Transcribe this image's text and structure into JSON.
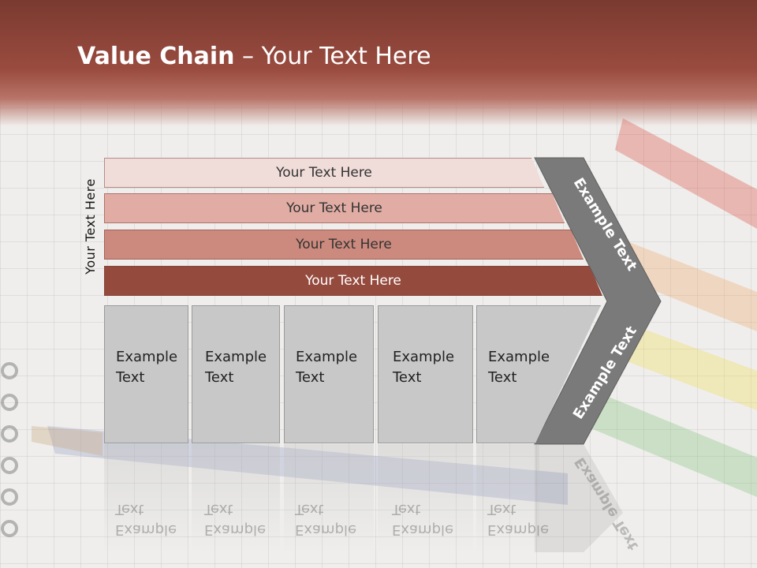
{
  "slide": {
    "title_bold": "Value Chain",
    "title_rest": " – Your Text Here",
    "side_label": "Your Text Here"
  },
  "bars": [
    {
      "label": "Your Text Here",
      "color": "#f0dcd8"
    },
    {
      "label": "Your Text Here",
      "color": "#e0aca4"
    },
    {
      "label": "Your Text Here",
      "color": "#cc8a7e"
    },
    {
      "label": "Your Text Here",
      "color": "#954a3e"
    }
  ],
  "boxes": [
    {
      "line1": "Example",
      "line2": "Text"
    },
    {
      "line1": "Example",
      "line2": "Text"
    },
    {
      "line1": "Example",
      "line2": "Text"
    },
    {
      "line1": "Example",
      "line2": "Text"
    },
    {
      "line1": "Example",
      "line2": "Text"
    }
  ],
  "chevron": {
    "upper_label": "Example Text",
    "lower_label": "Example Text",
    "color": "#7a7a7a"
  }
}
